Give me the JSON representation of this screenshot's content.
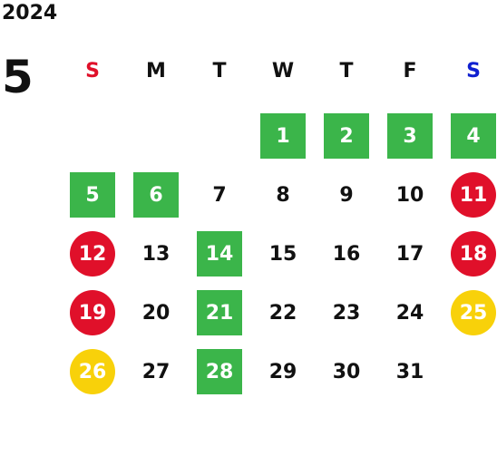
{
  "year": "2024",
  "month": "5",
  "weekdays": [
    {
      "label": "S",
      "color": "#e0102a"
    },
    {
      "label": "M",
      "color": "#111111"
    },
    {
      "label": "T",
      "color": "#111111"
    },
    {
      "label": "W",
      "color": "#111111"
    },
    {
      "label": "T",
      "color": "#111111"
    },
    {
      "label": "F",
      "color": "#111111"
    },
    {
      "label": "S",
      "color": "#1020d0"
    }
  ],
  "colors": {
    "green": "#3bb54a",
    "red": "#e0102a",
    "yellow": "#f8d10a"
  },
  "weeks": [
    [
      null,
      null,
      null,
      {
        "d": "1",
        "style": "green"
      },
      {
        "d": "2",
        "style": "green"
      },
      {
        "d": "3",
        "style": "green"
      },
      {
        "d": "4",
        "style": "green"
      }
    ],
    [
      {
        "d": "5",
        "style": "green"
      },
      {
        "d": "6",
        "style": "green"
      },
      {
        "d": "7",
        "style": ""
      },
      {
        "d": "8",
        "style": ""
      },
      {
        "d": "9",
        "style": ""
      },
      {
        "d": "10",
        "style": ""
      },
      {
        "d": "11",
        "style": "red"
      }
    ],
    [
      {
        "d": "12",
        "style": "red"
      },
      {
        "d": "13",
        "style": ""
      },
      {
        "d": "14",
        "style": "green"
      },
      {
        "d": "15",
        "style": ""
      },
      {
        "d": "16",
        "style": ""
      },
      {
        "d": "17",
        "style": ""
      },
      {
        "d": "18",
        "style": "red"
      }
    ],
    [
      {
        "d": "19",
        "style": "red"
      },
      {
        "d": "20",
        "style": ""
      },
      {
        "d": "21",
        "style": "green"
      },
      {
        "d": "22",
        "style": ""
      },
      {
        "d": "23",
        "style": ""
      },
      {
        "d": "24",
        "style": ""
      },
      {
        "d": "25",
        "style": "yellow"
      }
    ],
    [
      {
        "d": "26",
        "style": "yellow"
      },
      {
        "d": "27",
        "style": ""
      },
      {
        "d": "28",
        "style": "green"
      },
      {
        "d": "29",
        "style": ""
      },
      {
        "d": "30",
        "style": ""
      },
      {
        "d": "31",
        "style": ""
      },
      null
    ]
  ]
}
